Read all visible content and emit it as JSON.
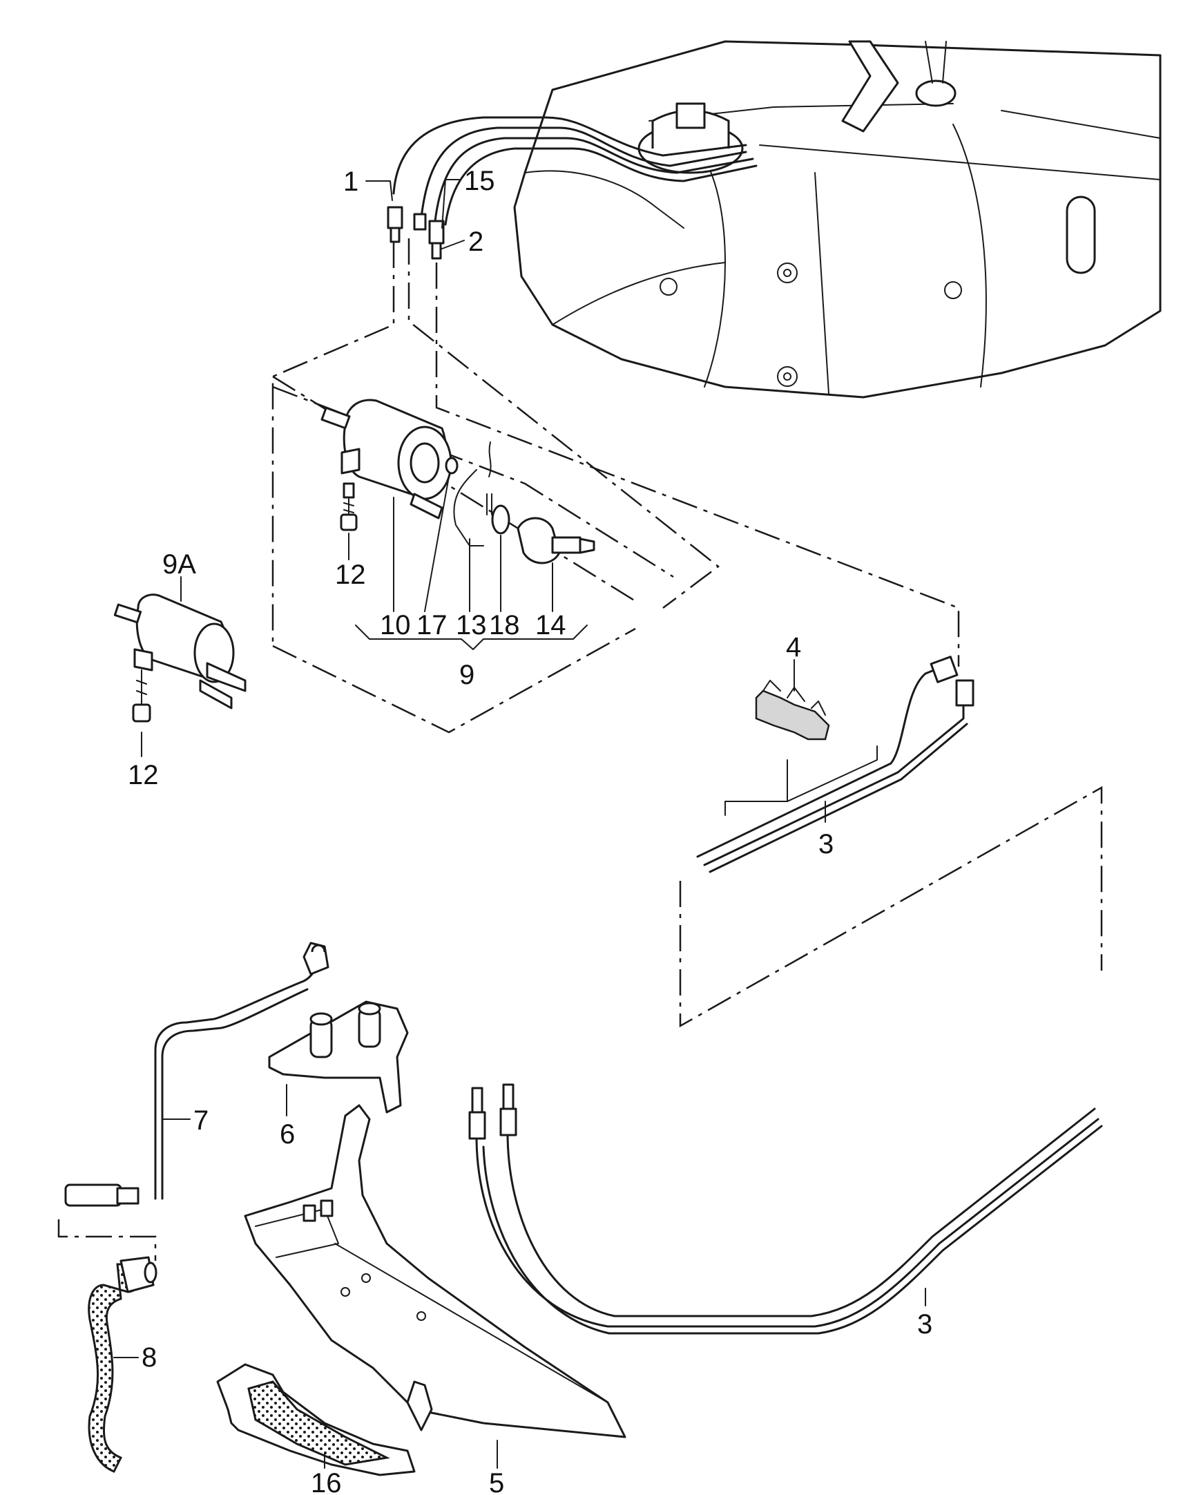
{
  "labels": {
    "p1": "1",
    "p2": "2",
    "p3a": "3",
    "p3b": "3",
    "p4": "4",
    "p5": "5",
    "p6": "6",
    "p7": "7",
    "p8": "8",
    "p9": "9",
    "p9a": "9A",
    "p10": "10",
    "p12a": "12",
    "p12b": "12",
    "p13": "13",
    "p14": "14",
    "p15": "15",
    "p16": "16",
    "p17": "17",
    "p18": "18"
  }
}
